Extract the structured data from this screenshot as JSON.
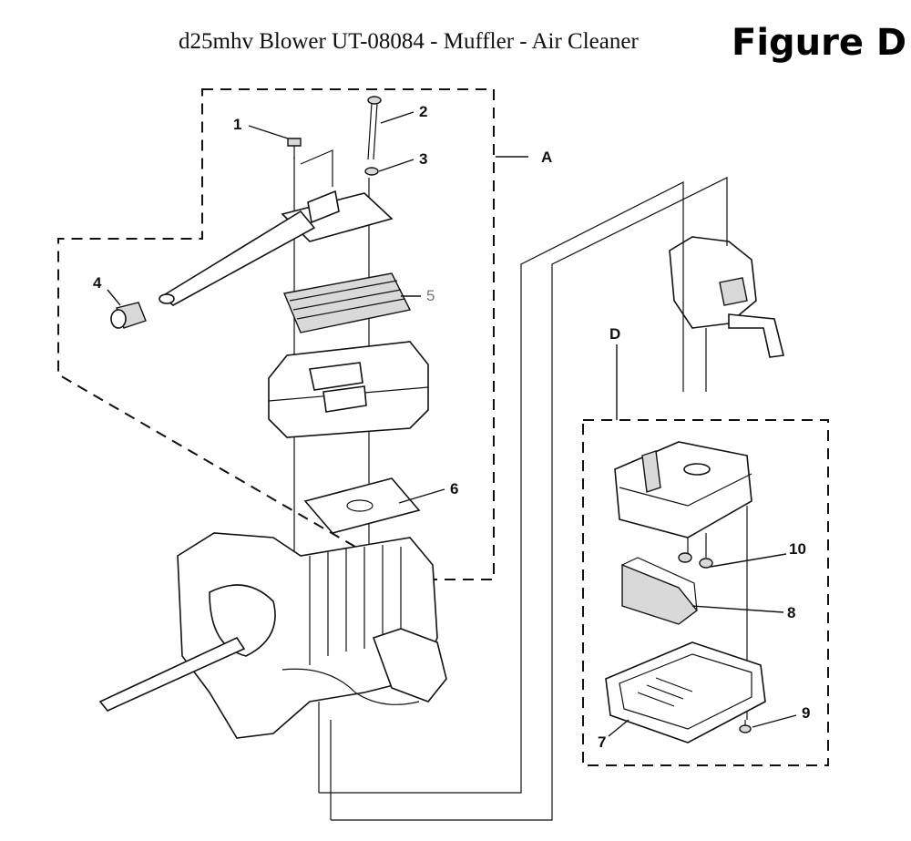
{
  "header": {
    "title": "d25mhv Blower UT-08084 - Muffler - Air Cleaner",
    "figure_label": "Figure D"
  },
  "groups": {
    "a": "A",
    "d": "D"
  },
  "callouts": {
    "c1": "1",
    "c2": "2",
    "c3": "3",
    "c4": "4",
    "c5": "5",
    "c6": "6",
    "c7": "7",
    "c8": "8",
    "c9": "9",
    "c10": "10"
  }
}
